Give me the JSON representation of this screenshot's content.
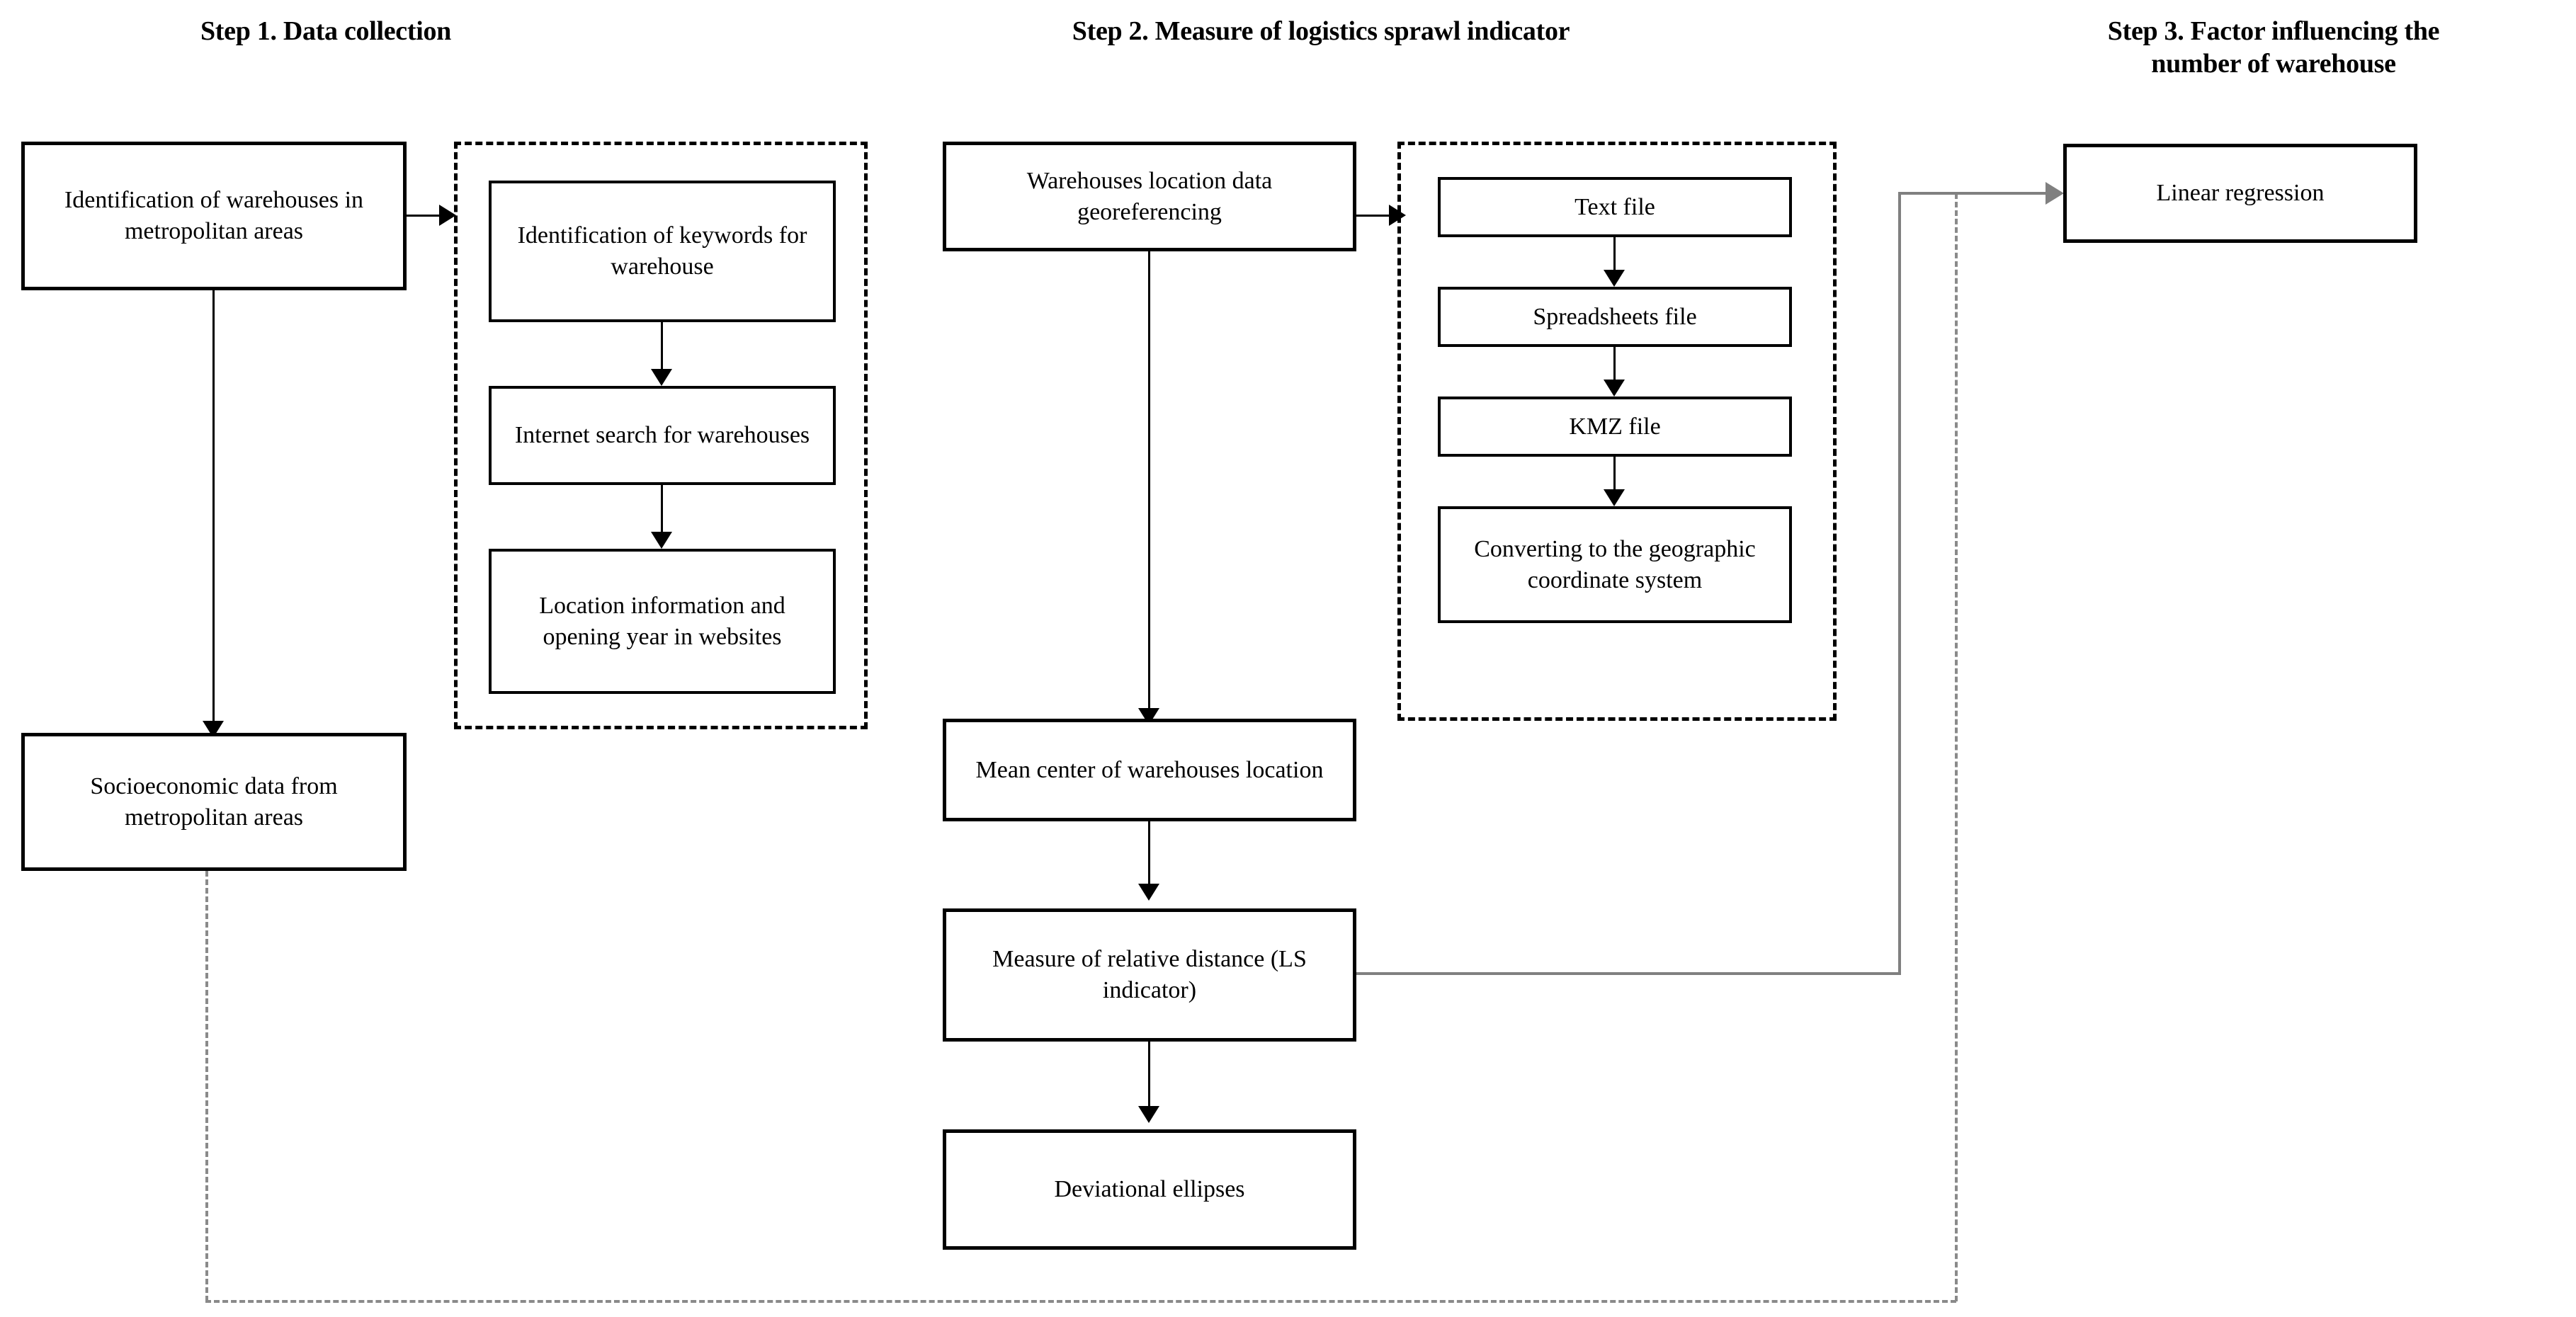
{
  "diagram": {
    "title_step1": "Step 1. Data collection",
    "title_step2": "Step 2. Measure of logistics sprawl indicator",
    "title_step3_line1": "Step 3. Factor influencing the",
    "title_step3_line2": "number of warehouse",
    "colors": {
      "node_border": "#000000",
      "node_fill": "#ffffff",
      "group_border": "#000000",
      "black_connector": "#000000",
      "gray_connector": "#808080",
      "dashed_connector": "#8a8a8a",
      "text": "#000000"
    }
  },
  "step1": {
    "nodes": {
      "identification_warehouses": "Identification of warehouses in metropolitan areas",
      "socioeconomic_data": "Socioeconomic data from metropolitan areas"
    },
    "group_nodes": {
      "keywords": "Identification of keywords for warehouse",
      "internet_search": "Internet search for warehouses",
      "location_info": "Location information and opening year in websites"
    }
  },
  "step2": {
    "nodes": {
      "georeferencing": "Warehouses location data georeferencing",
      "mean_center": "Mean center of warehouses location",
      "relative_distance": "Measure of relative distance (LS indicator)",
      "deviational_ellipses": "Deviational ellipses"
    },
    "group_nodes": {
      "text_file": "Text file",
      "spreadsheets_file": "Spreadsheets  file",
      "kmz_file": "KMZ  file",
      "converting": "Converting to the geographic coordinate system"
    }
  },
  "step3": {
    "nodes": {
      "linear_regression": "Linear regression"
    }
  }
}
